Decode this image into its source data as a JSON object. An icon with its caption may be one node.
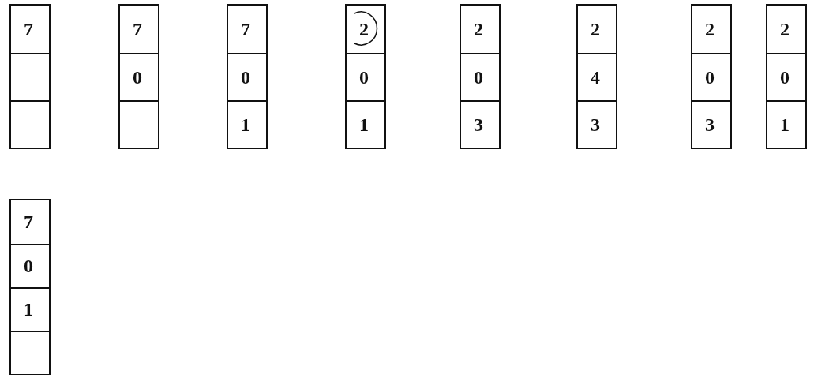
{
  "diagram": {
    "nodes": [
      {
        "text": [],
        "shape": "box"
      },
      {
        "text": [
          "7"
        ],
        "in": 0
      },
      {
        "text": [],
        "shape": "box",
        "in": 0
      },
      {
        "text": [],
        "shape": "box",
        "in": 0
      },
      {
        "text": [],
        "shape": "box"
      },
      {
        "text": [
          "7"
        ],
        "in": 4
      },
      {
        "text": [
          "0"
        ],
        "in": 4
      },
      {
        "text": [],
        "shape": "box",
        "in": 4
      },
      {
        "text": [],
        "shape": "box"
      },
      {
        "text": [
          "7"
        ],
        "in": 8
      },
      {
        "text": [
          "0"
        ],
        "in": 8
      },
      {
        "text": [
          "1"
        ],
        "in": 8
      },
      {
        "text": [],
        "shape": "box"
      },
      {
        "text": [
          "2"
        ],
        "in": 12
      },
      {
        "text": [
          "0"
        ],
        "in": 12
      },
      {
        "text": [
          "1"
        ],
        "in": 12
      },
      {
        "text": [],
        "shape": "box"
      },
      {
        "text": [
          "2"
        ],
        "in": 16
      },
      {
        "text": [
          "0"
        ],
        "in": 16
      },
      {
        "text": [
          "3"
        ],
        "in": 16
      },
      {
        "text": [],
        "shape": "box"
      },
      {
        "text": [
          "2"
        ],
        "in": 20
      },
      {
        "text": [
          "4"
        ],
        "in": 20
      },
      {
        "text": [
          "3"
        ],
        "in": 20
      },
      {
        "text": [],
        "shape": "box"
      },
      {
        "text": [
          "2"
        ],
        "in": 24
      },
      {
        "text": [
          "0"
        ],
        "in": 24
      },
      {
        "text": [
          "3"
        ],
        "in": 24
      },
      {
        "text": [],
        "shape": "box"
      },
      {
        "text": [
          "2"
        ],
        "in": 28
      },
      {
        "text": [
          "0"
        ],
        "in": 28
      },
      {
        "text": [
          "1"
        ],
        "in": 28
      },
      {
        "text": [],
        "shape": "box"
      },
      {
        "text": [
          "7"
        ],
        "in": 32
      },
      {
        "text": [
          "0"
        ],
        "in": 32
      },
      {
        "text": [
          "1"
        ],
        "in": 32
      },
      {
        "text": [],
        "shape": "box",
        "in": 32
      }
    ]
  }
}
